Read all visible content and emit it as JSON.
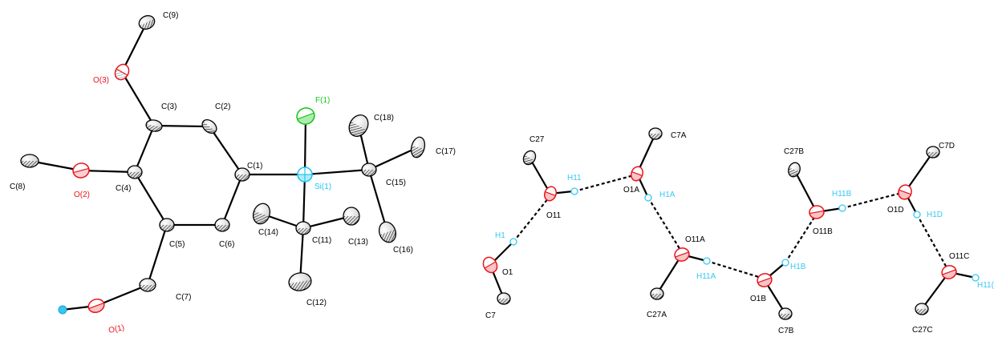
{
  "colors": {
    "carbon": "#000000",
    "oxygen": "#e8141b",
    "fluorine": "#19c61c",
    "silicon": "#21c6f0",
    "hydrogen": "#36c8f4",
    "label_default": "#000000"
  },
  "left_labels": {
    "C9": "C(9)",
    "O3": "O(3)",
    "C3": "C(3)",
    "C2": "C(2)",
    "F1": "F(1)",
    "C18": "C(18)",
    "C17": "C(17)",
    "C1": "C(1)",
    "Si1": "Si(1)",
    "C15": "C(15)",
    "C8": "C(8)",
    "O2": "O(2)",
    "C4": "C(4)",
    "C14": "C(14)",
    "C11": "C(11)",
    "C13": "C(13)",
    "C16": "C(16)",
    "C5": "C(5)",
    "C6": "C(6)",
    "C7": "C(7)",
    "C12": "C(12)",
    "O1": "O(1)"
  },
  "right_labels": {
    "C27": "C27",
    "H11": "H11",
    "O11": "O11",
    "H1": "H1",
    "O1": "O1",
    "C7": "C7",
    "C7A": "C7A",
    "O1A": "O1A",
    "H1A": "H1A",
    "O11A": "O11A",
    "H11A": "H11A",
    "C27A": "C27A",
    "C27B": "C27B",
    "H11B": "H11B",
    "O11B": "O11B",
    "H1B": "H1B",
    "O1B": "O1B",
    "C7B": "C7B",
    "C7D": "C7D",
    "O1D": "O1D",
    "H1D": "H1D",
    "O11C": "O11C",
    "H11C": "H11(",
    "C27C": "C27C"
  }
}
